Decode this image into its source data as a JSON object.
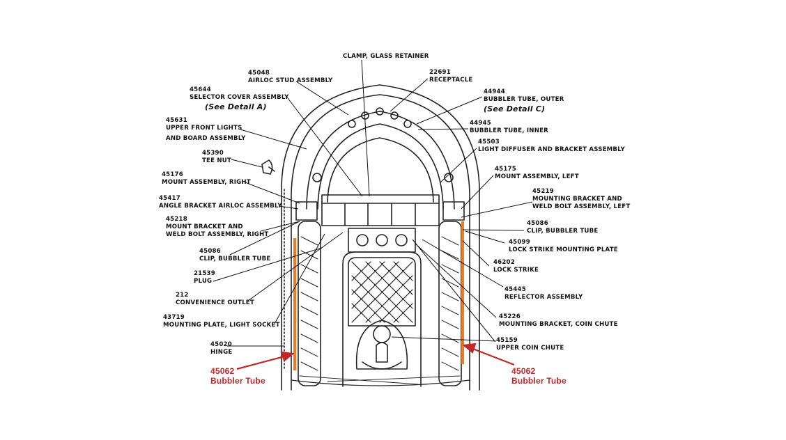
{
  "labels": {
    "clamp": "CLAMP, GLASS RETAINER",
    "airloc_stud_num": "45048",
    "airloc_stud": "AIRLOC STUD ASSEMBLY",
    "receptacle_num": "22691",
    "receptacle": "RECEPTACLE",
    "selector_num": "45644",
    "selector": "SELECTOR COVER ASSEMBLY",
    "detail_a": "(See Detail A)",
    "bubbler_outer_num": "44944",
    "bubbler_outer": "BUBBLER TUBE, OUTER",
    "detail_c": "(See Detail C)",
    "upper_front_num": "45631",
    "upper_front_1": "UPPER FRONT LIGHTS",
    "upper_front_2": "AND BOARD ASSEMBLY",
    "bubbler_inner_num": "44945",
    "bubbler_inner": "BUBBLER TUBE, INNER",
    "diffuser_num": "45503",
    "diffuser": "LIGHT DIFFUSER AND BRACKET ASSEMBLY",
    "tee_nut_num": "45390",
    "tee_nut": "TEE NUT",
    "mount_right_num": "45176",
    "mount_right": "MOUNT ASSEMBLY, RIGHT",
    "mount_left_num": "45175",
    "mount_left": "MOUNT ASSEMBLY, LEFT",
    "angle_num": "45417",
    "angle": "ANGLE BRACKET AIRLOC ASSEMBLY",
    "mbracket_left_num": "45219",
    "mbracket_left_1": "MOUNTING BRACKET AND",
    "mbracket_left_2": "WELD BOLT ASSEMBLY, LEFT",
    "mount_bracket_r_num": "45218",
    "mount_bracket_r_1": "MOUNT BRACKET AND",
    "mount_bracket_r_2": "WELD BOLT ASSEMBLY, RIGHT",
    "clip_r_num": "45086",
    "clip_r": "CLIP, BUBBLER TUBE",
    "lock_plate_num": "45099",
    "lock_plate": "LOCK STRIKE MOUNTING PLATE",
    "clip_l_num": "45086",
    "clip_l": "CLIP, BUBBLER TUBE",
    "lock_strike_num": "46202",
    "lock_strike": "LOCK STRIKE",
    "plug_num": "21539",
    "plug": "PLUG",
    "reflector_num": "45445",
    "reflector": "REFLECTOR ASSEMBLY",
    "outlet_num": "212",
    "outlet": "CONVENIENCE OUTLET",
    "coin_bracket_num": "45226",
    "coin_bracket": "MOUNTING BRACKET, COIN CHUTE",
    "plate_num": "43719",
    "plate": "MOUNTING PLATE, LIGHT SOCKET",
    "upper_coin_num": "45159",
    "upper_coin": "UPPER COIN CHUTE",
    "hinge_num": "45020",
    "hinge": "HINGE",
    "red_left_num": "45062",
    "red_left": "Bubbler Tube",
    "red_right_num": "45062",
    "red_right": "Bubbler Tube"
  },
  "colors": {
    "ink": "#111111",
    "accent_red": "#c0282a",
    "tube_orange": "#f07a22"
  }
}
